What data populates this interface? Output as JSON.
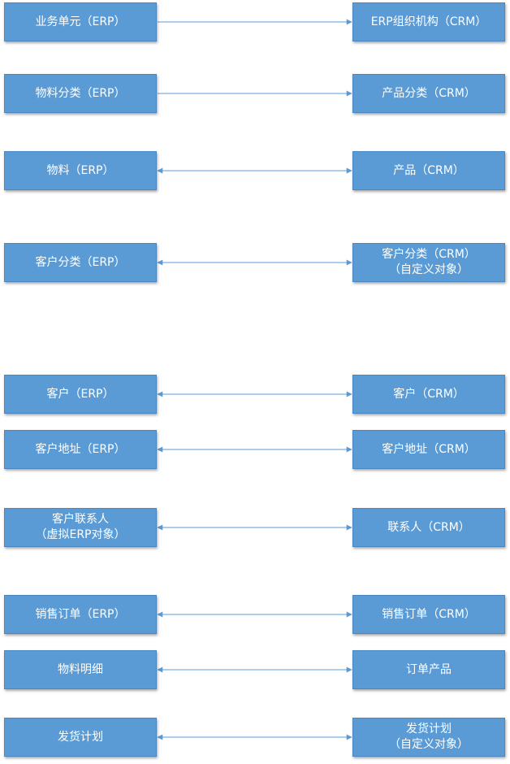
{
  "rows": [
    {
      "left": [
        "业务单元（ERP）"
      ],
      "right": [
        "ERP组织机构（CRM）"
      ],
      "direction": "left-to-right"
    },
    {
      "left": [
        "物料分类（ERP）"
      ],
      "right": [
        "产品分类（CRM）"
      ],
      "direction": "left-to-right"
    },
    {
      "left": [
        "物料（ERP）"
      ],
      "right": [
        "产品（CRM）"
      ],
      "direction": "both"
    },
    {
      "left": [
        "客户分类（ERP）"
      ],
      "right": [
        "客户分类（CRM）",
        "（自定义对象）"
      ],
      "direction": "both"
    },
    {
      "left": [
        "客户（ERP）"
      ],
      "right": [
        "客户（CRM）"
      ],
      "direction": "both"
    },
    {
      "left": [
        "客户地址（ERP）"
      ],
      "right": [
        "客户地址（CRM）"
      ],
      "direction": "both"
    },
    {
      "left": [
        "客户联系人",
        "（虚拟ERP对象）"
      ],
      "right": [
        "联系人（CRM）"
      ],
      "direction": "both"
    },
    {
      "left": [
        "销售订单（ERP）"
      ],
      "right": [
        "销售订单（CRM）"
      ],
      "direction": "both"
    },
    {
      "left": [
        "物料明细"
      ],
      "right": [
        "订单产品"
      ],
      "direction": "both"
    },
    {
      "left": [
        "发货计划"
      ],
      "right": [
        "发货计划",
        "（自定义对象）"
      ],
      "direction": "both"
    }
  ],
  "colors": {
    "box_fill": "#5b9bd5",
    "box_text": "#ffffff",
    "connector": "#5b9bd5"
  }
}
